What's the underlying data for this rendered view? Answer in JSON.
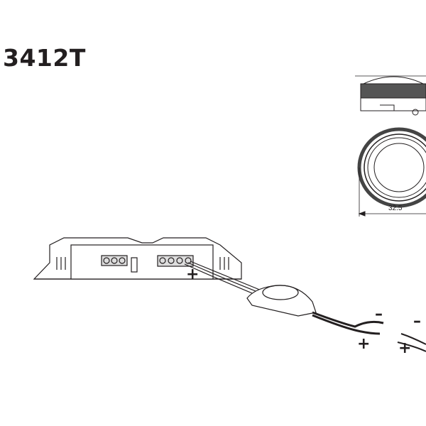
{
  "title": "3412T",
  "tweeter": {
    "dimension_label": "32.5"
  },
  "wiring": {
    "amp_plus_sign": "+",
    "lead1_minus": "–",
    "lead1_plus": "+",
    "lead2_minus": "–",
    "lead2_plus": "+"
  },
  "icons": [
    "amplifier-diagram",
    "crossover-diagram",
    "tweeter-side-view",
    "tweeter-front-view"
  ]
}
